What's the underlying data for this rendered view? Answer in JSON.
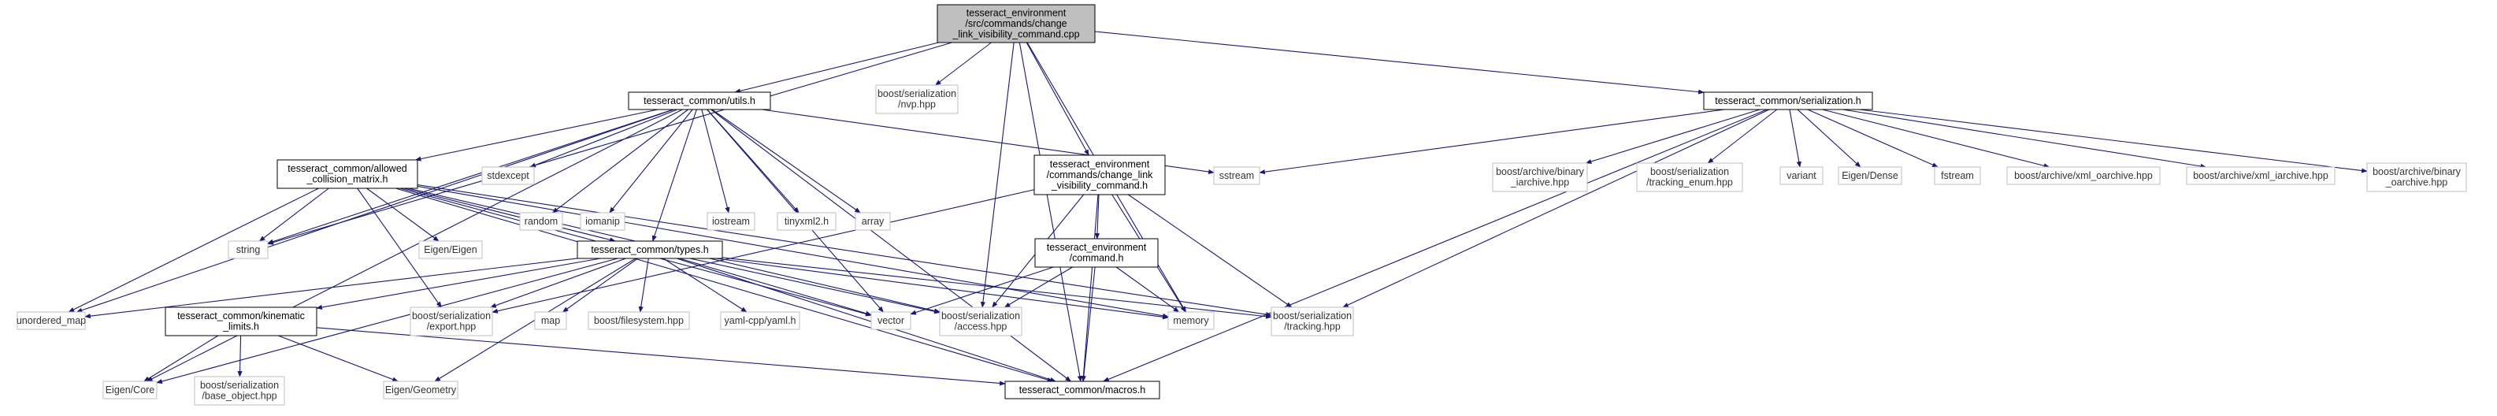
{
  "graph": {
    "nodes": [
      {
        "id": "root",
        "lines": [
          "tesseract_environment",
          "/src/commands/change",
          "_link_visibility_command.cpp"
        ],
        "style": "root"
      },
      {
        "id": "string",
        "lines": [
          "string"
        ],
        "style": "leaf"
      },
      {
        "id": "utils",
        "lines": [
          "tesseract_common/utils.h"
        ],
        "style": "header"
      },
      {
        "id": "nvp",
        "lines": [
          "boost/serialization",
          "/nvp.hpp"
        ],
        "style": "leaf"
      },
      {
        "id": "clvc_h",
        "lines": [
          "tesseract_environment",
          "/commands/change_link",
          "_visibility_command.h"
        ],
        "style": "header"
      },
      {
        "id": "memory",
        "lines": [
          "memory"
        ],
        "style": "leaf"
      },
      {
        "id": "serialization",
        "lines": [
          "tesseract_common/serialization.h"
        ],
        "style": "header"
      },
      {
        "id": "acm",
        "lines": [
          "tesseract_common/allowed",
          "_collision_matrix.h"
        ],
        "style": "header"
      },
      {
        "id": "stdexcept",
        "lines": [
          "stdexcept"
        ],
        "style": "leaf"
      },
      {
        "id": "random",
        "lines": [
          "random"
        ],
        "style": "leaf"
      },
      {
        "id": "iomanip",
        "lines": [
          "iomanip"
        ],
        "style": "leaf"
      },
      {
        "id": "iostream",
        "lines": [
          "iostream"
        ],
        "style": "leaf"
      },
      {
        "id": "tinyxml2",
        "lines": [
          "tinyxml2.h"
        ],
        "style": "leaf"
      },
      {
        "id": "array",
        "lines": [
          "array"
        ],
        "style": "leaf"
      },
      {
        "id": "sstream",
        "lines": [
          "sstream"
        ],
        "style": "leaf"
      },
      {
        "id": "eigen_eigen",
        "lines": [
          "Eigen/Eigen"
        ],
        "style": "leaf"
      },
      {
        "id": "types",
        "lines": [
          "tesseract_common/types.h"
        ],
        "style": "header"
      },
      {
        "id": "command",
        "lines": [
          "tesseract_environment",
          "/command.h"
        ],
        "style": "header"
      },
      {
        "id": "unordered_map",
        "lines": [
          "unordered_map"
        ],
        "style": "leaf"
      },
      {
        "id": "kinematic_limits",
        "lines": [
          "tesseract_common/kinematic",
          "_limits.h"
        ],
        "style": "header"
      },
      {
        "id": "export",
        "lines": [
          "boost/serialization",
          "/export.hpp"
        ],
        "style": "leaf"
      },
      {
        "id": "map",
        "lines": [
          "map"
        ],
        "style": "leaf"
      },
      {
        "id": "filesystem",
        "lines": [
          "boost/filesystem.hpp"
        ],
        "style": "leaf"
      },
      {
        "id": "yaml",
        "lines": [
          "yaml-cpp/yaml.h"
        ],
        "style": "leaf"
      },
      {
        "id": "vector",
        "lines": [
          "vector"
        ],
        "style": "leaf"
      },
      {
        "id": "access",
        "lines": [
          "boost/serialization",
          "/access.hpp"
        ],
        "style": "leaf"
      },
      {
        "id": "tracking",
        "lines": [
          "boost/serialization",
          "/tracking.hpp"
        ],
        "style": "leaf"
      },
      {
        "id": "eigen_core",
        "lines": [
          "Eigen/Core"
        ],
        "style": "leaf"
      },
      {
        "id": "base_object",
        "lines": [
          "boost/serialization",
          "/base_object.hpp"
        ],
        "style": "leaf"
      },
      {
        "id": "eigen_geometry",
        "lines": [
          "Eigen/Geometry"
        ],
        "style": "leaf"
      },
      {
        "id": "macros",
        "lines": [
          "tesseract_common/macros.h"
        ],
        "style": "header"
      },
      {
        "id": "binary_iarchive",
        "lines": [
          "boost/archive/binary",
          "_iarchive.hpp"
        ],
        "style": "leaf"
      },
      {
        "id": "tracking_enum",
        "lines": [
          "boost/serialization",
          "/tracking_enum.hpp"
        ],
        "style": "leaf"
      },
      {
        "id": "variant",
        "lines": [
          "variant"
        ],
        "style": "leaf"
      },
      {
        "id": "eigen_dense",
        "lines": [
          "Eigen/Dense"
        ],
        "style": "leaf"
      },
      {
        "id": "fstream",
        "lines": [
          "fstream"
        ],
        "style": "leaf"
      },
      {
        "id": "xml_oarchive",
        "lines": [
          "boost/archive/xml_oarchive.hpp"
        ],
        "style": "leaf"
      },
      {
        "id": "xml_iarchive",
        "lines": [
          "boost/archive/xml_iarchive.hpp"
        ],
        "style": "leaf"
      },
      {
        "id": "binary_oarchive",
        "lines": [
          "boost/archive/binary",
          "_oarchive.hpp"
        ],
        "style": "leaf"
      }
    ],
    "edges": [
      [
        "root",
        "utils"
      ],
      [
        "root",
        "nvp"
      ],
      [
        "root",
        "clvc_h"
      ],
      [
        "root",
        "serialization"
      ],
      [
        "root",
        "access"
      ],
      [
        "root",
        "memory"
      ],
      [
        "root",
        "macros"
      ],
      [
        "root",
        "string"
      ],
      [
        "utils",
        "string"
      ],
      [
        "utils",
        "acm"
      ],
      [
        "utils",
        "stdexcept"
      ],
      [
        "utils",
        "random"
      ],
      [
        "utils",
        "iomanip"
      ],
      [
        "utils",
        "types"
      ],
      [
        "utils",
        "iostream"
      ],
      [
        "utils",
        "tinyxml2"
      ],
      [
        "utils",
        "array"
      ],
      [
        "utils",
        "vector"
      ],
      [
        "utils",
        "macros"
      ],
      [
        "utils",
        "sstream"
      ],
      [
        "utils",
        "eigen_core"
      ],
      [
        "utils",
        "unordered_map"
      ],
      [
        "acm",
        "string"
      ],
      [
        "acm",
        "eigen_eigen"
      ],
      [
        "acm",
        "types"
      ],
      [
        "acm",
        "unordered_map"
      ],
      [
        "acm",
        "export"
      ],
      [
        "acm",
        "vector"
      ],
      [
        "acm",
        "access"
      ],
      [
        "acm",
        "memory"
      ],
      [
        "acm",
        "tracking"
      ],
      [
        "acm",
        "macros"
      ],
      [
        "types",
        "unordered_map"
      ],
      [
        "types",
        "kinematic_limits"
      ],
      [
        "types",
        "export"
      ],
      [
        "types",
        "map"
      ],
      [
        "types",
        "filesystem"
      ],
      [
        "types",
        "yaml"
      ],
      [
        "types",
        "vector"
      ],
      [
        "types",
        "access"
      ],
      [
        "types",
        "memory"
      ],
      [
        "types",
        "tracking"
      ],
      [
        "types",
        "eigen_core"
      ],
      [
        "types",
        "eigen_geometry"
      ],
      [
        "types",
        "macros"
      ],
      [
        "kinematic_limits",
        "eigen_core"
      ],
      [
        "kinematic_limits",
        "base_object"
      ],
      [
        "kinematic_limits",
        "eigen_geometry"
      ],
      [
        "kinematic_limits",
        "macros"
      ],
      [
        "clvc_h",
        "command"
      ],
      [
        "clvc_h",
        "export"
      ],
      [
        "clvc_h",
        "access"
      ],
      [
        "clvc_h",
        "memory"
      ],
      [
        "clvc_h",
        "tracking"
      ],
      [
        "clvc_h",
        "macros"
      ],
      [
        "command",
        "vector"
      ],
      [
        "command",
        "access"
      ],
      [
        "command",
        "memory"
      ],
      [
        "command",
        "macros"
      ],
      [
        "serialization",
        "sstream"
      ],
      [
        "serialization",
        "binary_iarchive"
      ],
      [
        "serialization",
        "tracking_enum"
      ],
      [
        "serialization",
        "variant"
      ],
      [
        "serialization",
        "eigen_dense"
      ],
      [
        "serialization",
        "fstream"
      ],
      [
        "serialization",
        "xml_oarchive"
      ],
      [
        "serialization",
        "xml_iarchive"
      ],
      [
        "serialization",
        "binary_oarchive"
      ],
      [
        "serialization",
        "tracking"
      ],
      [
        "serialization",
        "macros"
      ]
    ],
    "colors": {
      "root_fill": "#bfbfbf",
      "node_stroke": "#000000",
      "leaf_stroke": "#bfbfbf",
      "edge": "#191970"
    }
  }
}
